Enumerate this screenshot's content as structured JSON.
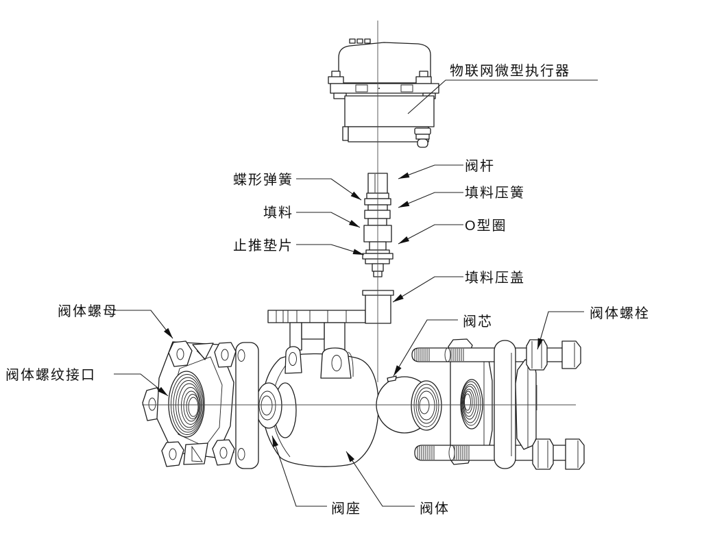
{
  "diagram": {
    "type": "exploded-view-technical-drawing",
    "subject": "IoT micro actuator ball valve assembly",
    "bg_color": "#ffffff",
    "line_color": "#1c1c1c",
    "labels": {
      "actuator": "物联网微型执行器",
      "disc_spring": "蝶形弹簧",
      "packing": "填料",
      "thrust_washer": "止推垫片",
      "stem": "阀杆",
      "packing_spring": "填料压簧",
      "o_ring": "O型圈",
      "packing_gland": "填料压盖",
      "body_nut": "阀体螺母",
      "body_threaded_port": "阀体螺纹接口",
      "ball_core": "阀芯",
      "body_bolt": "阀体螺栓",
      "seat": "阀座",
      "body": "阀体"
    }
  }
}
